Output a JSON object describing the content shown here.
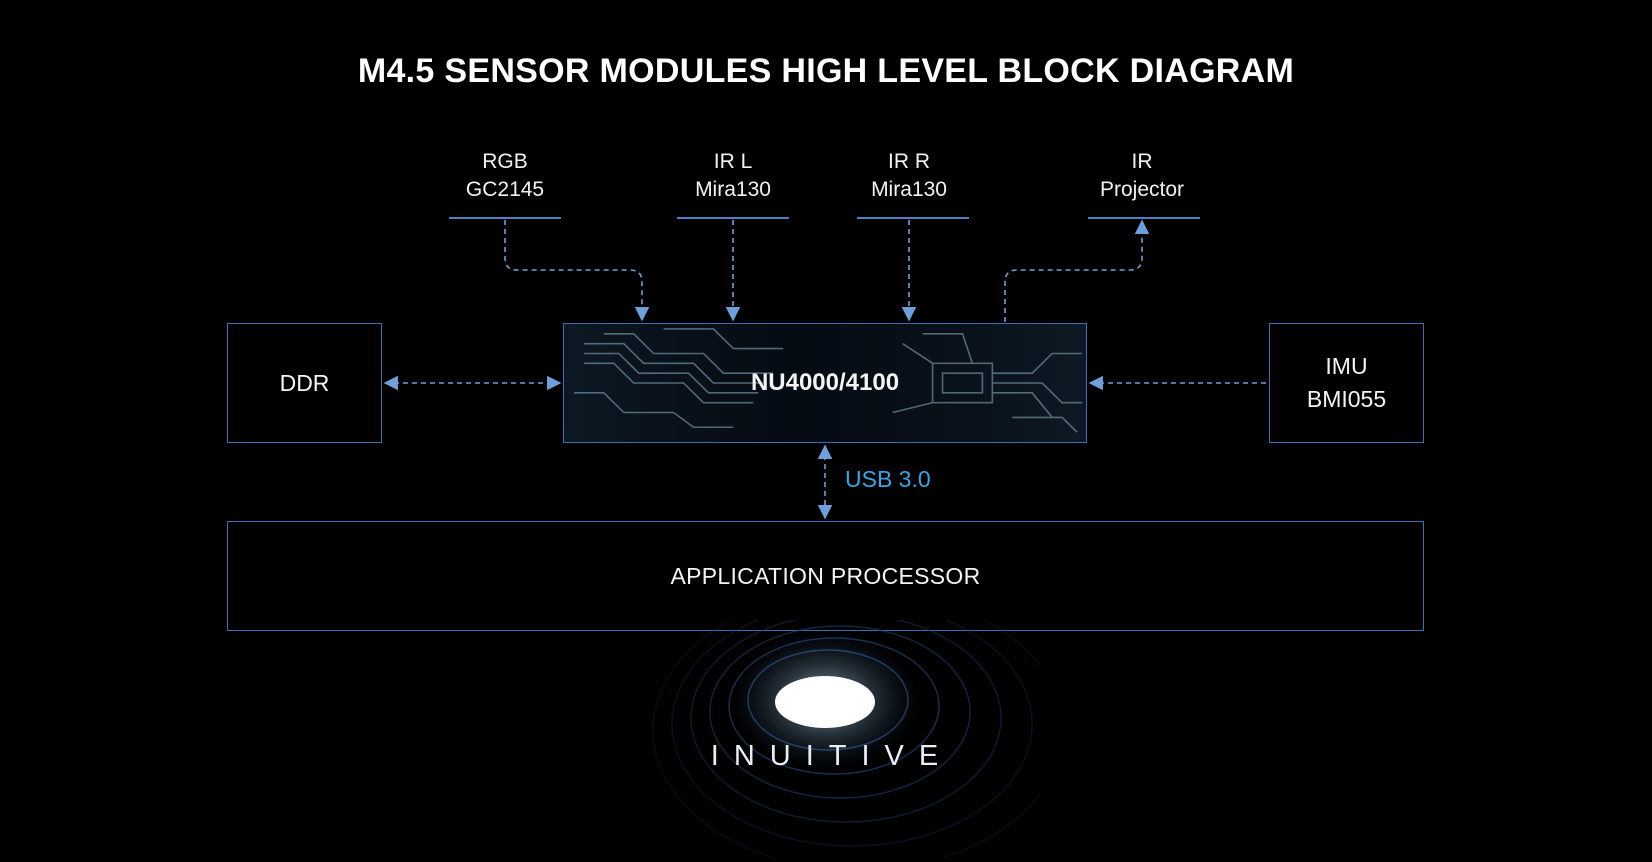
{
  "title": "M4.5 SENSOR MODULES HIGH LEVEL BLOCK DIAGRAM",
  "sensors": [
    {
      "line1": "RGB",
      "line2": "GC2145"
    },
    {
      "line1": "IR L",
      "line2": "Mira130"
    },
    {
      "line1": "IR R",
      "line2": "Mira130"
    },
    {
      "line1": "IR",
      "line2": "Projector"
    }
  ],
  "blocks": {
    "ddr": "DDR",
    "nu": "NU4000/4100",
    "imu_line1": "IMU",
    "imu_line2": "BMI055",
    "ap": "APPLICATION PROCESSOR"
  },
  "usb_label": "USB 3.0",
  "logo": {
    "text": "INUITIVE"
  },
  "colors": {
    "background": "#000000",
    "box_border": "#3f6fb5",
    "connector": "#6ea0dc",
    "usb_text": "#35a7e6"
  }
}
